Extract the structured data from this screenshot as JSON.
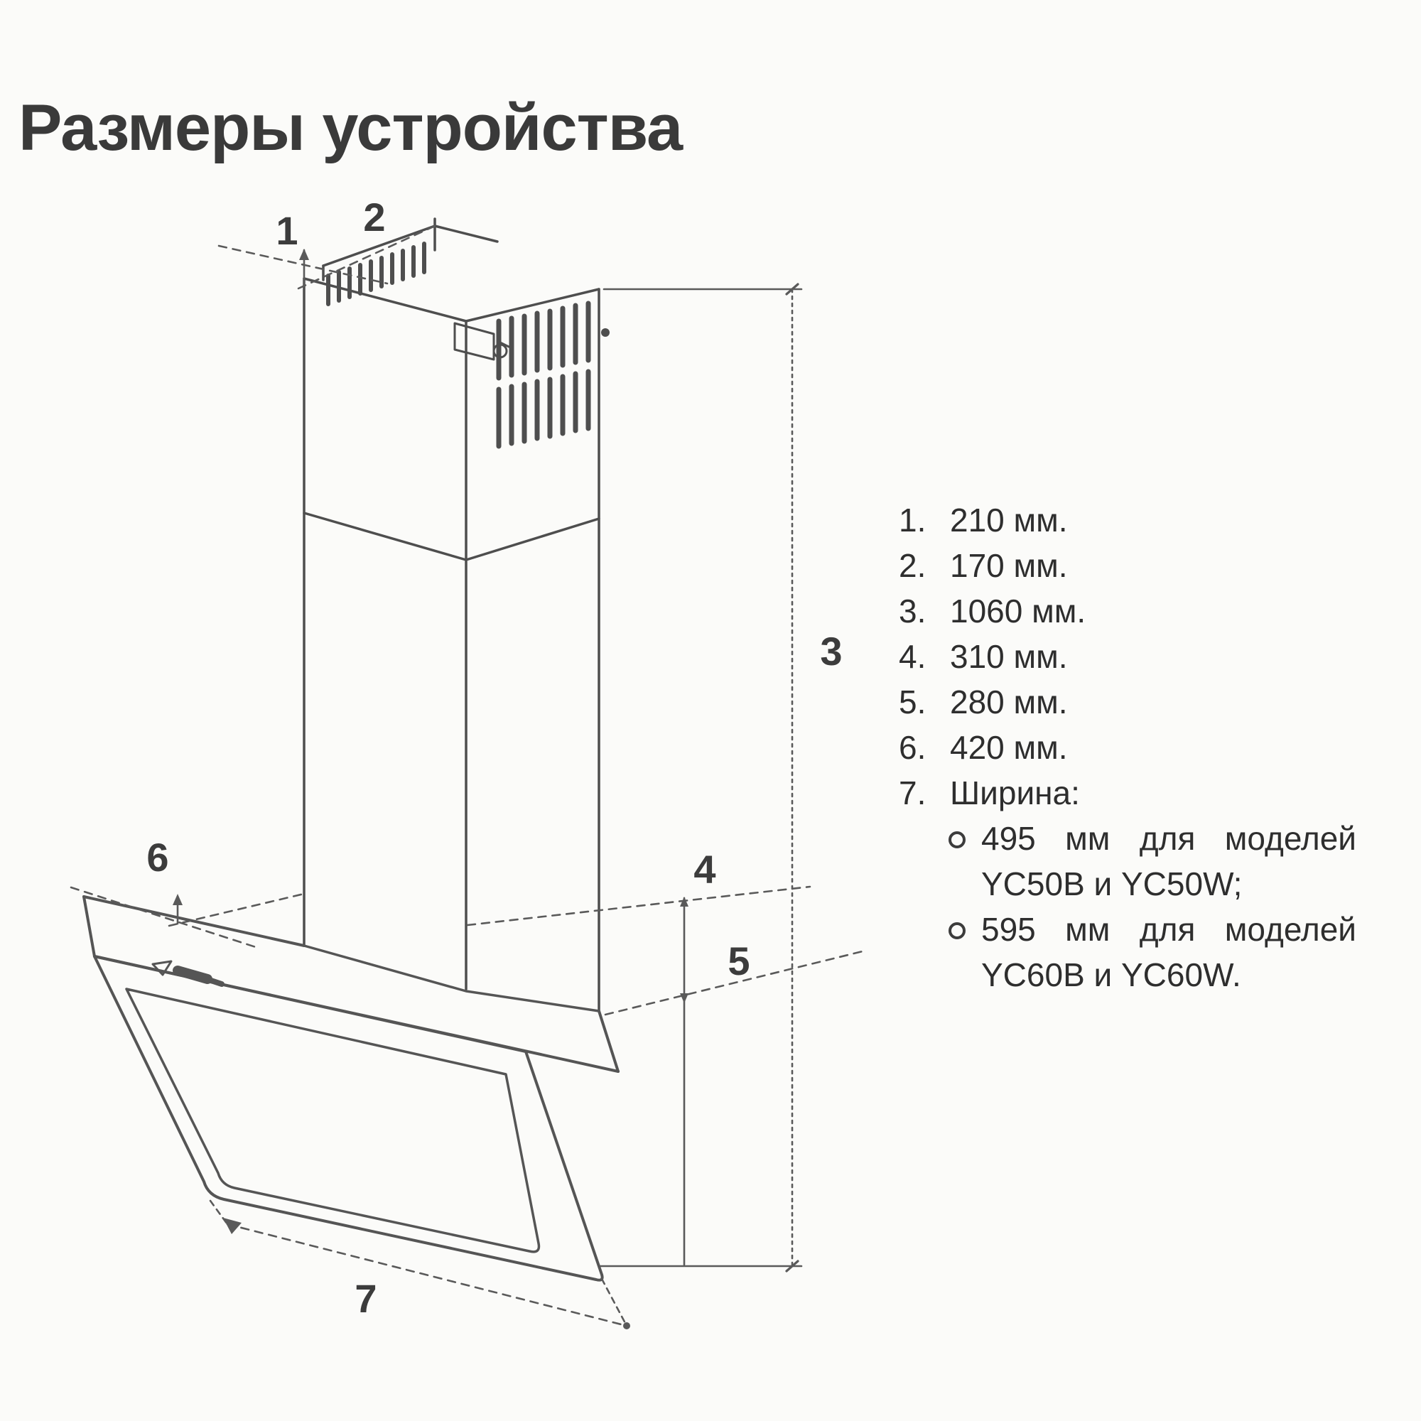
{
  "title": "Размеры устройства",
  "legend": {
    "items": [
      {
        "num": "1.",
        "text": "210 мм."
      },
      {
        "num": "2.",
        "text": "170 мм."
      },
      {
        "num": "3.",
        "text": "1060 мм."
      },
      {
        "num": "4.",
        "text": "310 мм."
      },
      {
        "num": "5.",
        "text": "280 мм."
      },
      {
        "num": "6.",
        "text": "420 мм."
      },
      {
        "num": "7.",
        "text": "Ширина:"
      }
    ],
    "width_options": [
      {
        "text": "495 мм для моделей YC50B и YC50W;"
      },
      {
        "text": "595 мм для моделей YC60B и YC60W."
      }
    ]
  },
  "diagram": {
    "callouts": [
      {
        "id": "dim-1",
        "text": "1"
      },
      {
        "id": "dim-2",
        "text": "2"
      },
      {
        "id": "dim-3",
        "text": "3"
      },
      {
        "id": "dim-4",
        "text": "4"
      },
      {
        "id": "dim-5",
        "text": "5"
      },
      {
        "id": "dim-6",
        "text": "6"
      },
      {
        "id": "dim-7",
        "text": "7"
      }
    ],
    "line_color": "#4e4e4e"
  }
}
